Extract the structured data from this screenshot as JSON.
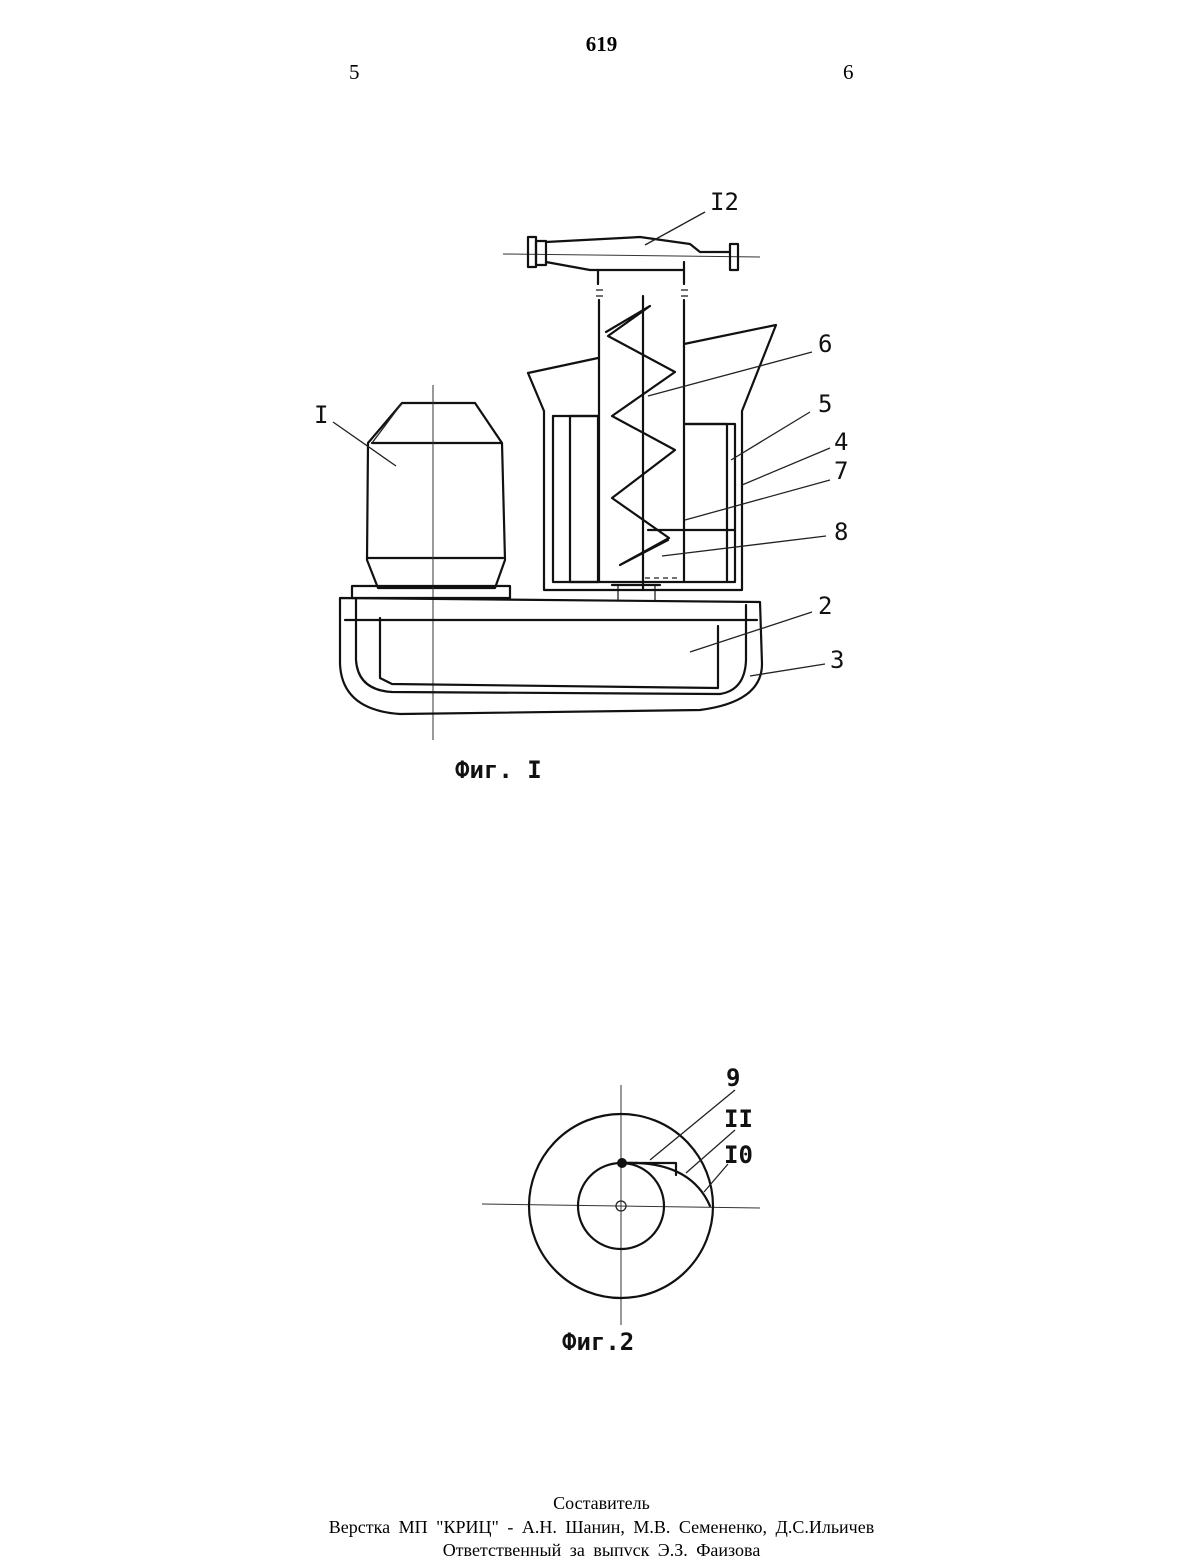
{
  "header": {
    "page_number": "619",
    "left_column": "5",
    "right_column": "6"
  },
  "figure1": {
    "caption": "Фиг. I",
    "labels": {
      "l12": "I2",
      "l6": "6",
      "l5": "5",
      "l4": "4",
      "l7": "7",
      "l8": "8",
      "l1": "I",
      "l2": "2",
      "l3": "3"
    }
  },
  "figure2": {
    "caption": "Фиг.2",
    "labels": {
      "l9": "9",
      "l11": "II",
      "l10": "I0"
    }
  },
  "footer": {
    "line1": "Составитель",
    "line2": "Верстка МП \"КРИЦ\" -   А.Н. Шанин, М.В. Семененко,   Д.С.Ильичев",
    "line3": "Ответственный  за  выпvск  Э.З. Фаизова"
  }
}
